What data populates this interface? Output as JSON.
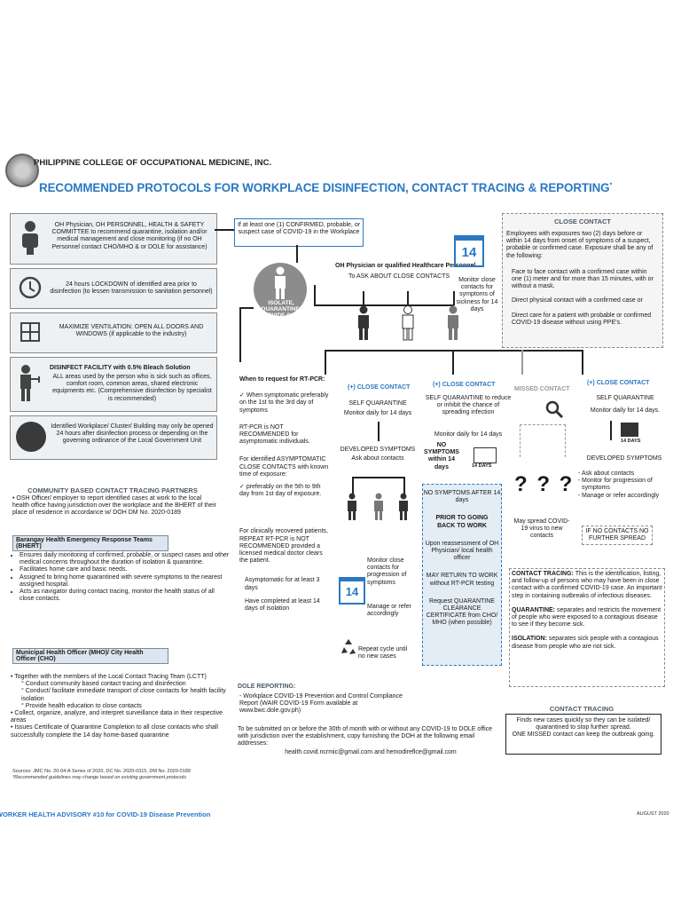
{
  "org": "PHILIPPINE COLLEGE OF OCCUPATIONAL MEDICINE, INC.",
  "title": "RECOMMENDED PROTOCOLS FOR WORKPLACE DISINFECTION, CONTACT TRACING & REPORTING",
  "title_mark": "*",
  "left_boxes": [
    "OH Physician, OH PERSONNEL, HEALTH & SAFETY COMMITTEE to recommend quarantine, isolation and/or medical management and close monitoring (if no OH Personnel contact CHO/MHO & or DOLE for assistance)",
    "24 hours LOCKDOWN of identified area prior to disinfection (to lessen transmission to sanitation personnel)",
    "MAXIMIZE VENTILATION: OPEN ALL DOORS AND WINDOWS (if applicable to the industry)",
    "DISINFECT FACILITY with 0.5% Bleach Solution",
    "ALL areas used by the person who is sick such as offices, comfort room, common areas, shared electronic equipments etc. (Comprehensive disinfection by specialist is recommended)",
    "Identified Workplace/ Cluster/ Building may only be opened 24 hours after disinfection process or depending on the governing ordinance of the Local Government Unit"
  ],
  "trigger": "If at least one (1) CONFIRMED, probable, or suspect case of COVID-19 in the Workplace",
  "isolate": "ISOLATE, QUARANTINE, PROVIDE CARE",
  "oh_physician": "OH Physician or qualified Healthcare Personnel",
  "ask_close": "To ASK ABOUT CLOSE CONTACTS",
  "calendar_num": "14",
  "monitor_14": "Monitor close contacts for symptoms of sickness for 14 days",
  "close_contact": {
    "title": "CLOSE CONTACT",
    "intro": "Employees with exposures two (2) days before or within 14 days from onset of symptoms of a suspect, probable or confirmed case. Exposure shall be any of the following:",
    "items": [
      "Face to face contact with a confirmed case within one (1) meter and for more than 15 minutes, with or without a mask,",
      "Direct physical contact with a confirmed case or",
      "Direct care for a patient with probable or confirmed COVID-19 disease without using PPE's."
    ]
  },
  "rtpcr": {
    "title": "When to request for RT-PCR:",
    "p1": "When symptomatic preferably on the 1st to the 3rd day of symptoms",
    "p2": "RT-PCR is NOT RECOMMENDED for asymptomatic individuals.",
    "p3": "For identified ASYMPTOMATIC CLOSE CONTACTS with known time of exposure:",
    "p4": "preferably on the 5th to 9th day from 1st day of exposure.",
    "p5": "For clinically recovered patients, REPEAT RT-PCR is NOT RECOMMENDED provided a licensed medical doctor clears the patient.",
    "p6": "Asymptomatic for at least 3 days",
    "p7": "Have completed at least 14 days of isolation"
  },
  "col1": {
    "head": "(+) CLOSE CONTACT",
    "sq": "SELF QUARANTINE",
    "mon": "Monitor daily for 14 days",
    "dev": "DEVELOPED SYMPTOMS",
    "ask": "Ask about contacts",
    "monitor": "Monitor close contacts for progression of symptoms",
    "manage": "Manage or refer accordingly",
    "repeat": "Repeat cycle until no new cases"
  },
  "col2": {
    "head": "(+) CLOSE CONTACT",
    "sq": "SELF QUARANTINE to reduce or inhibit the chance of spreading infection",
    "mon": "Monitor daily for 14 days",
    "nosym": "NO SYMPTOMS within 14 days",
    "days14": "14 DAYS",
    "box": [
      "NO SYMPTOMS AFTER 14 days",
      "PRIOR TO GOING BACK TO WORK",
      "Upon reassessment of OH Physician/ local health officer",
      "MAY RETURN TO WORK without RT-PCR testing",
      "Request QUARANTINE CLEARANCE CERTIFICATE from CHO/ MHO (when possible)"
    ]
  },
  "missed": {
    "head": "MISSED CONTACT",
    "q": "? ? ?",
    "spread": "May spread COVID-19 virus to new contacts"
  },
  "col4": {
    "head": "(+) CLOSE CONTACT",
    "sq": "SELF QUARANTINE",
    "mon": "Monitor daily for 14 days.",
    "days14": "14 DAYS",
    "dev": "DEVELOPED SYMPTOMS",
    "items": [
      "Ask about contacts",
      "Monitor for progression of symptoms",
      "Manage or refer accordingly"
    ],
    "nospread": "IF NO CONTACTS NO FURTHER SPREAD"
  },
  "defs": {
    "ct_label": "CONTACT TRACING:",
    "ct": "This is the identification, listing, and follow-up of persons who may have been in close contact with a confirmed COVID-19 case. An important step in containing outbreaks of infectious diseases.",
    "q_label": "QUARANTINE:",
    "q": "separates and restricts the movement of people who were exposed to a contagious disease to see if they become sick.",
    "i_label": "ISOLATION:",
    "i": "separates sick people with a contagious disease from people who are not sick."
  },
  "ct_box": {
    "title": "CONTACT TRACING",
    "line1": "Finds new cases quickly so they can be isolated/ quarantined to stop further spread.",
    "line2": "ONE MISSED contact can keep the outbreak going."
  },
  "community": {
    "title": "COMMUNITY BASED CONTACT TRACING PARTNERS",
    "intro": "OSH Officer/ employer to report identified cases at work to the local health office having jurisdiction over the workplace and the BHERT of their place of residence in accordance w/ DOH DM No. 2020-0189",
    "bhert_tab": "Barangay Health Emergency Response Teams (BHERT)",
    "bhert": [
      "Ensures daily monitoring of confirmed, probable, or suspect cases and other medical concerns throughout the duration of isolation & quarantine.",
      "Facilitates home care and basic needs.",
      "Assigned to bring home quarantined with severe symptoms to the nearest assigned hospital.",
      "Acts as navigator during contact tracing, monitor the health status of all close contacts."
    ],
    "mho_tab": "Municipal Health Officer (MHO)/ City Health Officer (CHO)",
    "mho_lead": "Together with the members of the Local Contact Tracing Team (LCTT)",
    "mho_sub": [
      "Conduct community based contact tracing and disinfection",
      "Conduct/ facilitate immediate transport of close contacts for health facility isolation",
      "Provide health education to close contacts"
    ],
    "mho_more": [
      "Collect, organize, analyze, and interpret surveillance data in their respective areas",
      "Issues Certificate of Quarantine Completion to all close contacts who shall successfully complete the 14 day home-based quarantine"
    ]
  },
  "dole": {
    "title": "DOLE REPORTING:",
    "item": "Workplace COVID-19 Prevention and Control Compliance Report (WAIR COVID-19 Form available at www.bwc.dole.gov.ph)",
    "submit": "To be submitted on or before the 30th of month with or without any COVID-19 to DOLE office with jurisdiction over the establishment, copy furnishing the DOH at the following email addresses:",
    "emails": "health.covid.ncrmic@gmail.com and hemodireflce@gmail.com"
  },
  "sources": "Sources: JMC No. 20-04-A Series of 2020, DC No. 2020-0315, DM No. 2020-0189",
  "footnote": "*Recommended guidelines may change based on existing government protocols",
  "footer": "WORKER HEALTH ADVISORY #10 for COVID-19 Disease Prevention",
  "footer_right": "AUGUST 2020"
}
